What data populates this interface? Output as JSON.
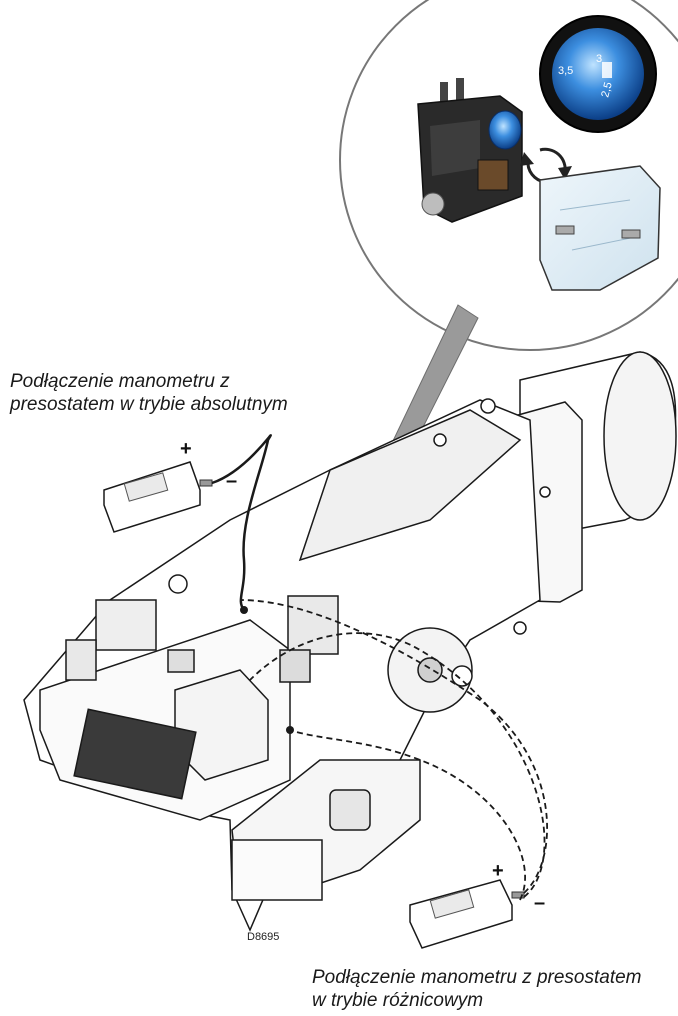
{
  "captions": {
    "absolute_line1": "Podłączenie manometru z",
    "absolute_line2": "presostatem w trybie absolutnym",
    "differential_line1": "Podłączenie manometru z presostatem",
    "differential_line2": "w trybie różnicowym"
  },
  "signs": {
    "plus": "+",
    "minus": "–"
  },
  "drawing_code": "D8695",
  "dial_scale": [
    "3,5",
    "3",
    "2,5"
  ],
  "colors": {
    "dial_blue": "#2f7fd6",
    "line": "#1a1a1a",
    "pointer_gray": "#9a9a9a"
  }
}
